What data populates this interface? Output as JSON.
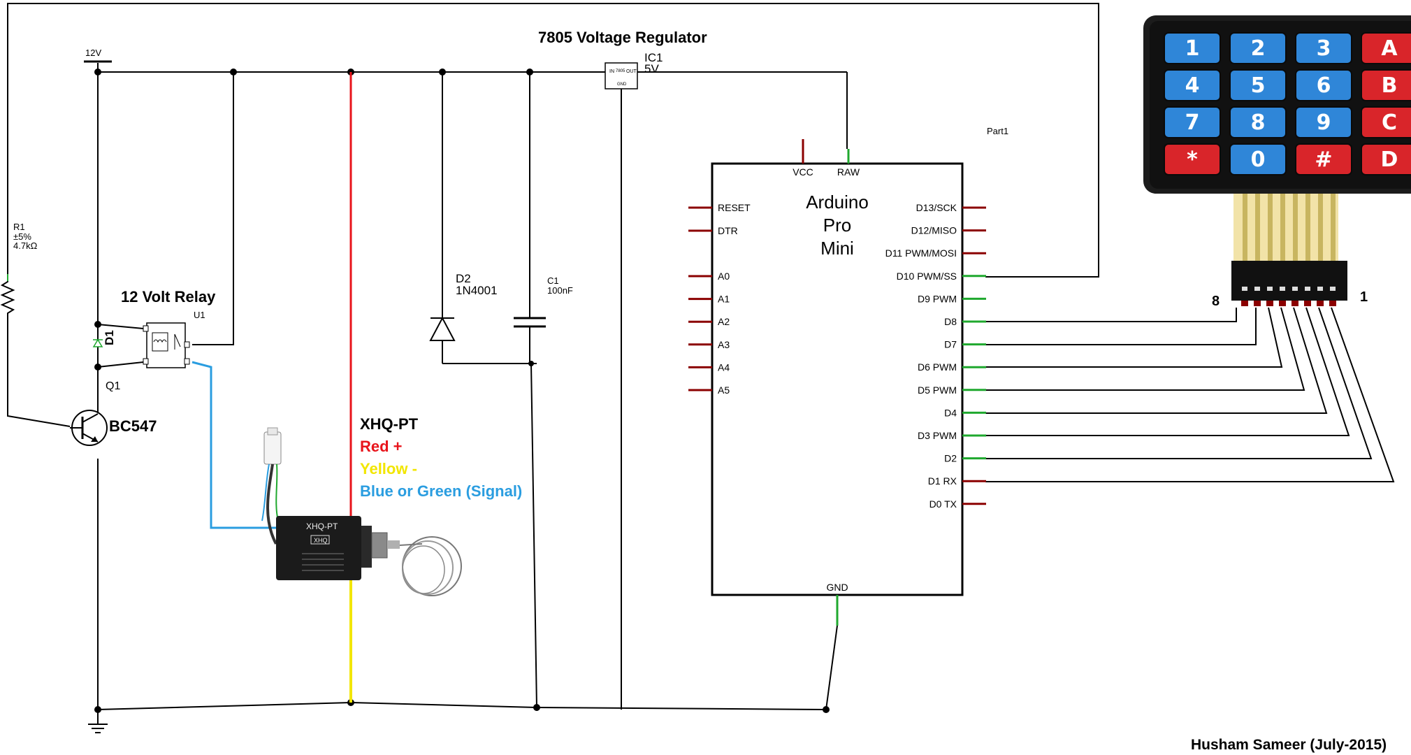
{
  "labels": {
    "regulator_title": "7805 Voltage Regulator",
    "ic1_ref": "IC1",
    "ic1_value": "5V",
    "reg_in": "IN",
    "reg_out": "OUT",
    "reg_gnd": "GND",
    "reg_part": "7805",
    "supply": "12V",
    "r1_ref": "R1",
    "r1_tol": "±5%",
    "r1_value": "4.7kΩ",
    "relay_title": "12 Volt Relay",
    "relay_ref": "U1",
    "d1_ref": "D1",
    "q1_ref": "Q1",
    "q1_part": "BC547",
    "d2_ref": "D2",
    "d2_part": "1N4001",
    "c1_ref": "C1",
    "c1_value": "100nF",
    "part1": "Part1",
    "credit": "Husham Sameer (July-2015)"
  },
  "xhq": {
    "title": "XHQ-PT",
    "red": "Red +",
    "yellow": "Yellow -",
    "blue": "Blue or Green (Signal)",
    "body_label": "XHQ-PT",
    "badge": "XHQ",
    "colors": {
      "red": "#e8141b",
      "yellow": "#f2e600",
      "blue": "#2a9de0",
      "green": "#1fa82e"
    }
  },
  "arduino": {
    "name_line1": "Arduino",
    "name_line2": "Pro",
    "name_line3": "Mini",
    "top_pins": [
      "VCC",
      "RAW"
    ],
    "bottom_pin": "GND",
    "left_pins": [
      "RESET",
      "DTR",
      "A0",
      "A1",
      "A2",
      "A3",
      "A4",
      "A5"
    ],
    "right_pins": [
      "D13/SCK",
      "D12/MISO",
      "D11 PWM/MOSI",
      "D10 PWM/SS",
      "D9 PWM",
      "D8",
      "D7",
      "D6 PWM",
      "D5 PWM",
      "D4",
      "D3 PWM",
      "D2",
      "D1 RX",
      "D0 TX"
    ]
  },
  "keypad": {
    "rows": [
      [
        "1",
        "2",
        "3",
        "A"
      ],
      [
        "4",
        "5",
        "6",
        "B"
      ],
      [
        "7",
        "8",
        "9",
        "C"
      ],
      [
        "*",
        "0",
        "#",
        "D"
      ]
    ],
    "pin_first": "8",
    "pin_last": "1",
    "colors": {
      "digit": "#2f86d8",
      "letter": "#d9252a",
      "frame": "#1c1c1c"
    }
  }
}
